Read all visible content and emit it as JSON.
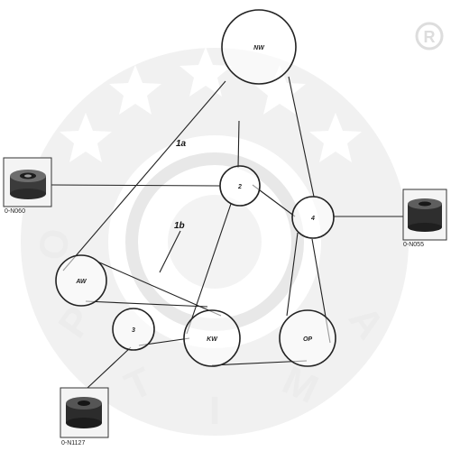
{
  "colors": {
    "line": "#222222",
    "watermark_disc": "#f0f0f0",
    "watermark_ring": "#e6e6e6",
    "watermark_star": "#ffffff",
    "photo_frame": "#333333"
  },
  "watermark": {
    "registered_mark": "®",
    "letters": [
      "O",
      "P",
      "T",
      "I",
      "M",
      "A"
    ]
  },
  "pulleys": {
    "nw": "NW",
    "p2": "2",
    "p4": "4",
    "aw": "AW",
    "p3": "3",
    "kw": "KW",
    "op": "OP"
  },
  "belt_labels": {
    "a": "1a",
    "b": "1b"
  },
  "parts": [
    {
      "code": "0-N060",
      "icon": "tensioner-roller-photo"
    },
    {
      "code": "0-N055",
      "icon": "idler-roller-photo"
    },
    {
      "code": "0-N1127",
      "icon": "guide-roller-photo"
    }
  ]
}
